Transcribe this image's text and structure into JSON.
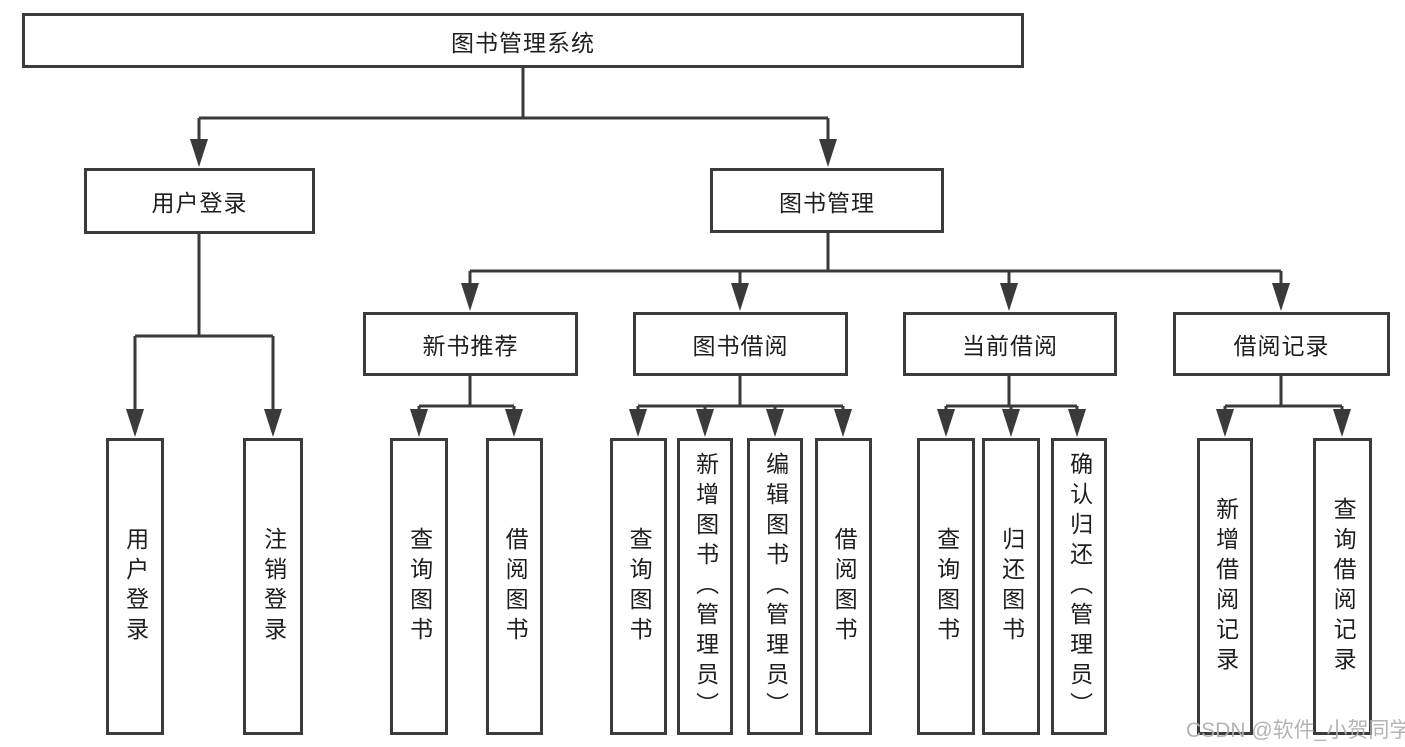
{
  "tree": {
    "root": {
      "label": "图书管理系统"
    },
    "children": [
      {
        "label": "用户登录",
        "children": [
          {
            "label": "用户登录"
          },
          {
            "label": "注销登录"
          }
        ]
      },
      {
        "label": "图书管理",
        "children": [
          {
            "label": "新书推荐",
            "children": [
              {
                "label": "查询图书"
              },
              {
                "label": "借阅图书"
              }
            ]
          },
          {
            "label": "图书借阅",
            "children": [
              {
                "label": "查询图书"
              },
              {
                "label": "新增图书（管理员）"
              },
              {
                "label": "编辑图书（管理员）"
              },
              {
                "label": "借阅图书"
              }
            ]
          },
          {
            "label": "当前借阅",
            "children": [
              {
                "label": "查询图书"
              },
              {
                "label": "归还图书"
              },
              {
                "label": "确认归还（管理员）"
              }
            ]
          },
          {
            "label": "借阅记录",
            "children": [
              {
                "label": "新增借阅记录"
              },
              {
                "label": "查询借阅记录"
              }
            ]
          }
        ]
      }
    ]
  },
  "watermark": {
    "text": "CSDN @软件_小贺同学"
  },
  "colors": {
    "line": "#3a3a3a",
    "box_border": "#3b3b3b",
    "text": "#1e1e1e",
    "watermark": "#b0b0b0",
    "background": "#ffffff"
  }
}
